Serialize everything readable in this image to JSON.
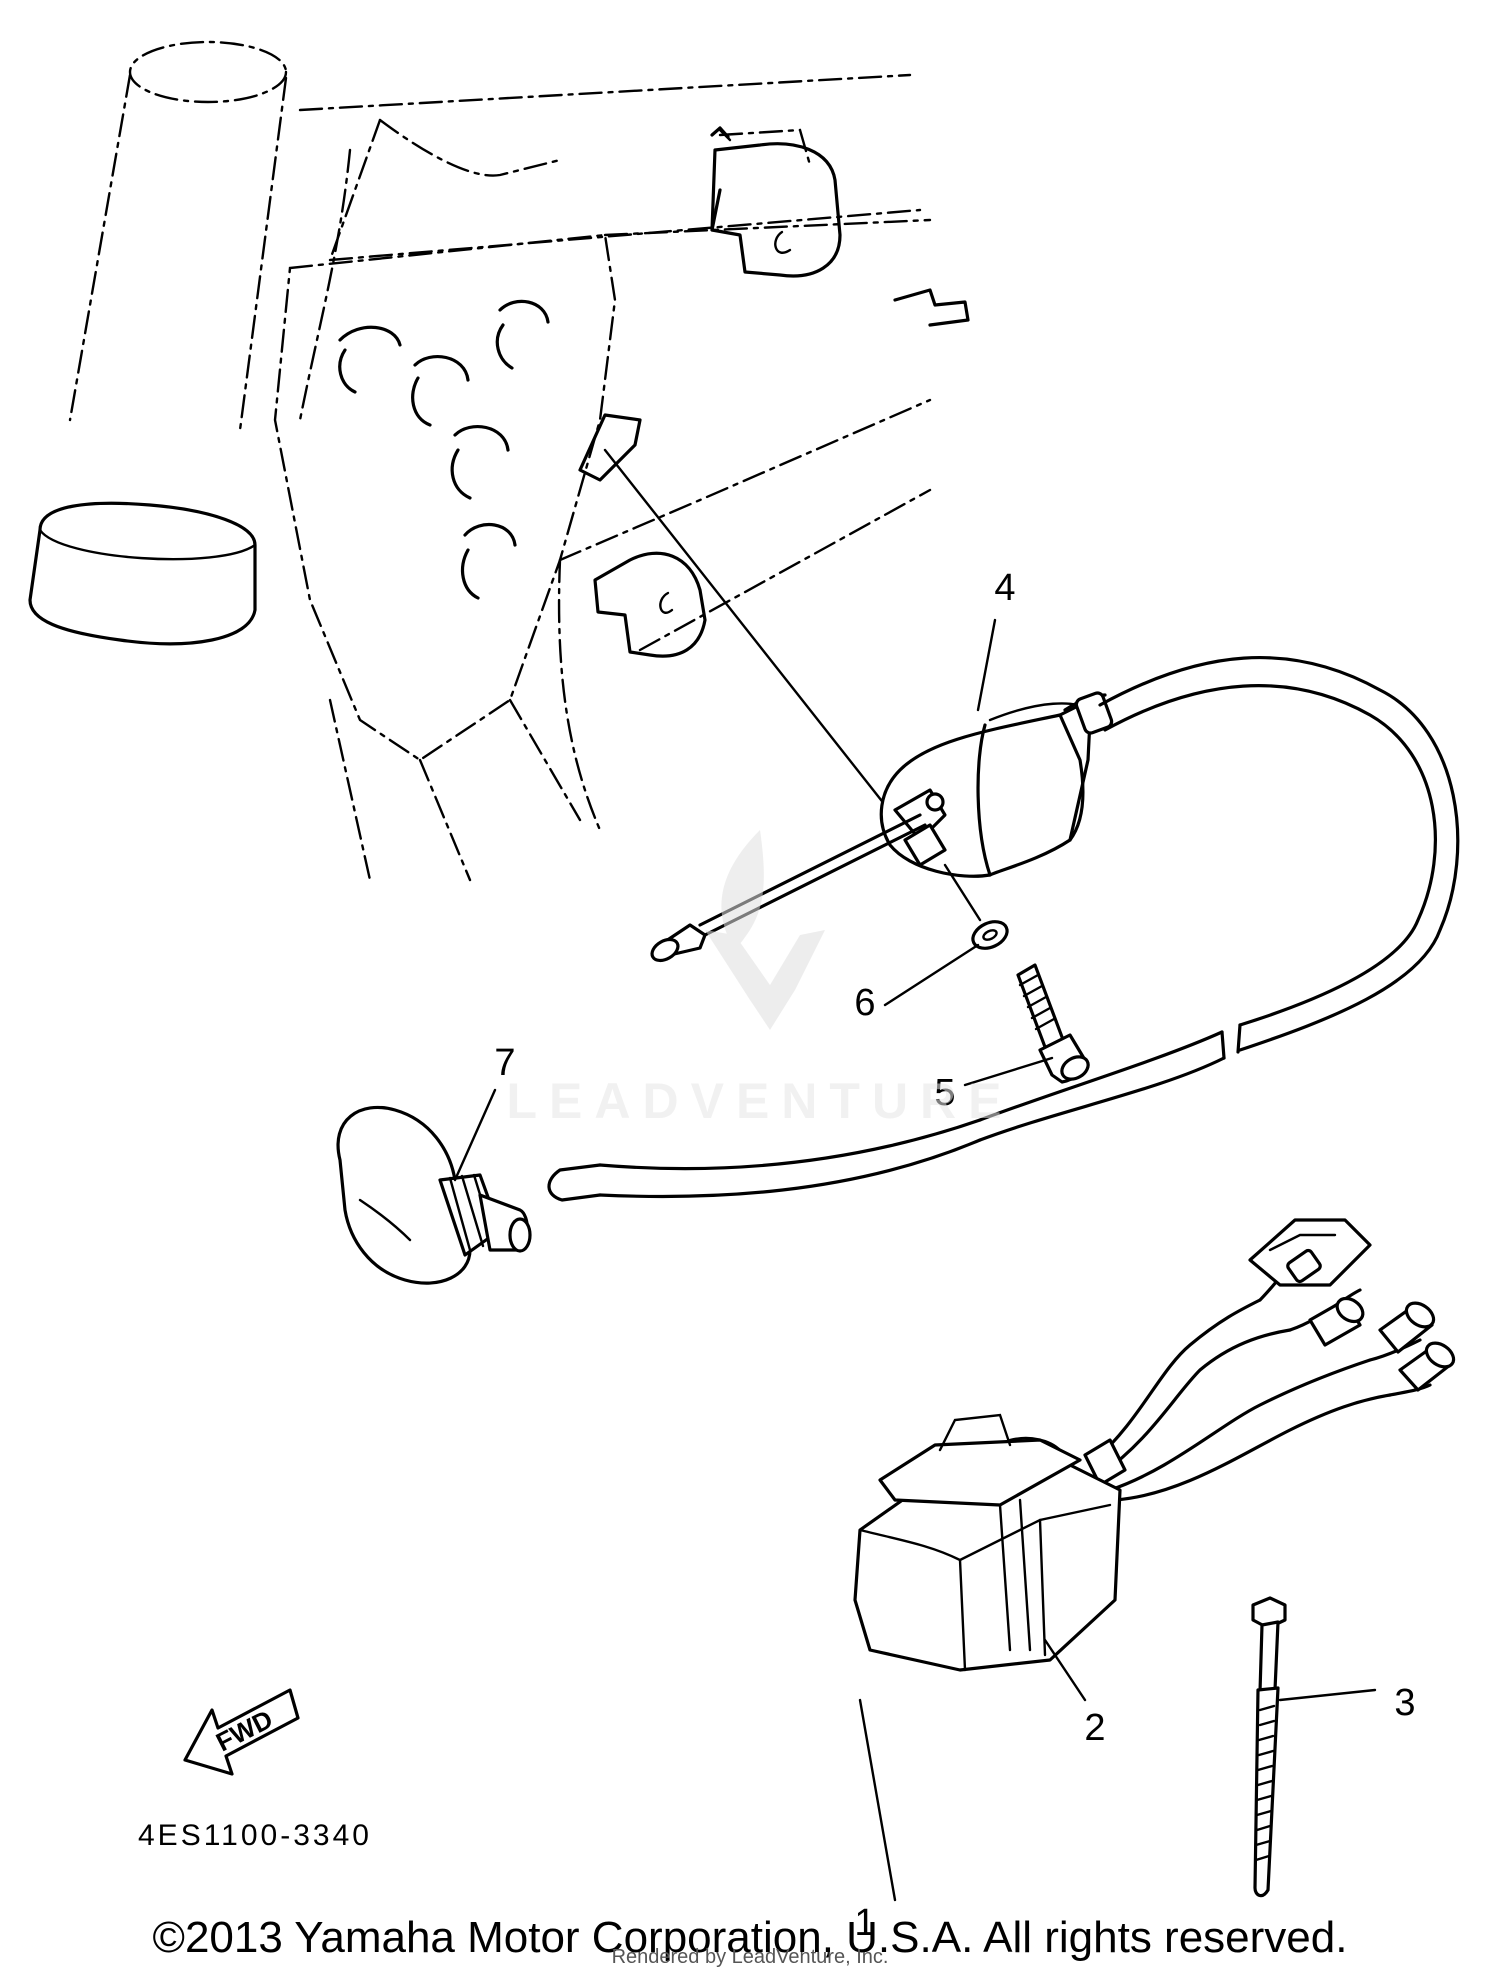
{
  "callouts": [
    "1",
    "2",
    "3",
    "4",
    "5",
    "6",
    "7"
  ],
  "fwd_label": "FWD",
  "diagram_code": "4ES1100-3340",
  "watermark": "LEADVENTURE",
  "copyright": "©2013 Yamaha Motor Corporation, U.S.A. All rights reserved.",
  "rendered_by": "Rendered by LeadVenture, Inc."
}
